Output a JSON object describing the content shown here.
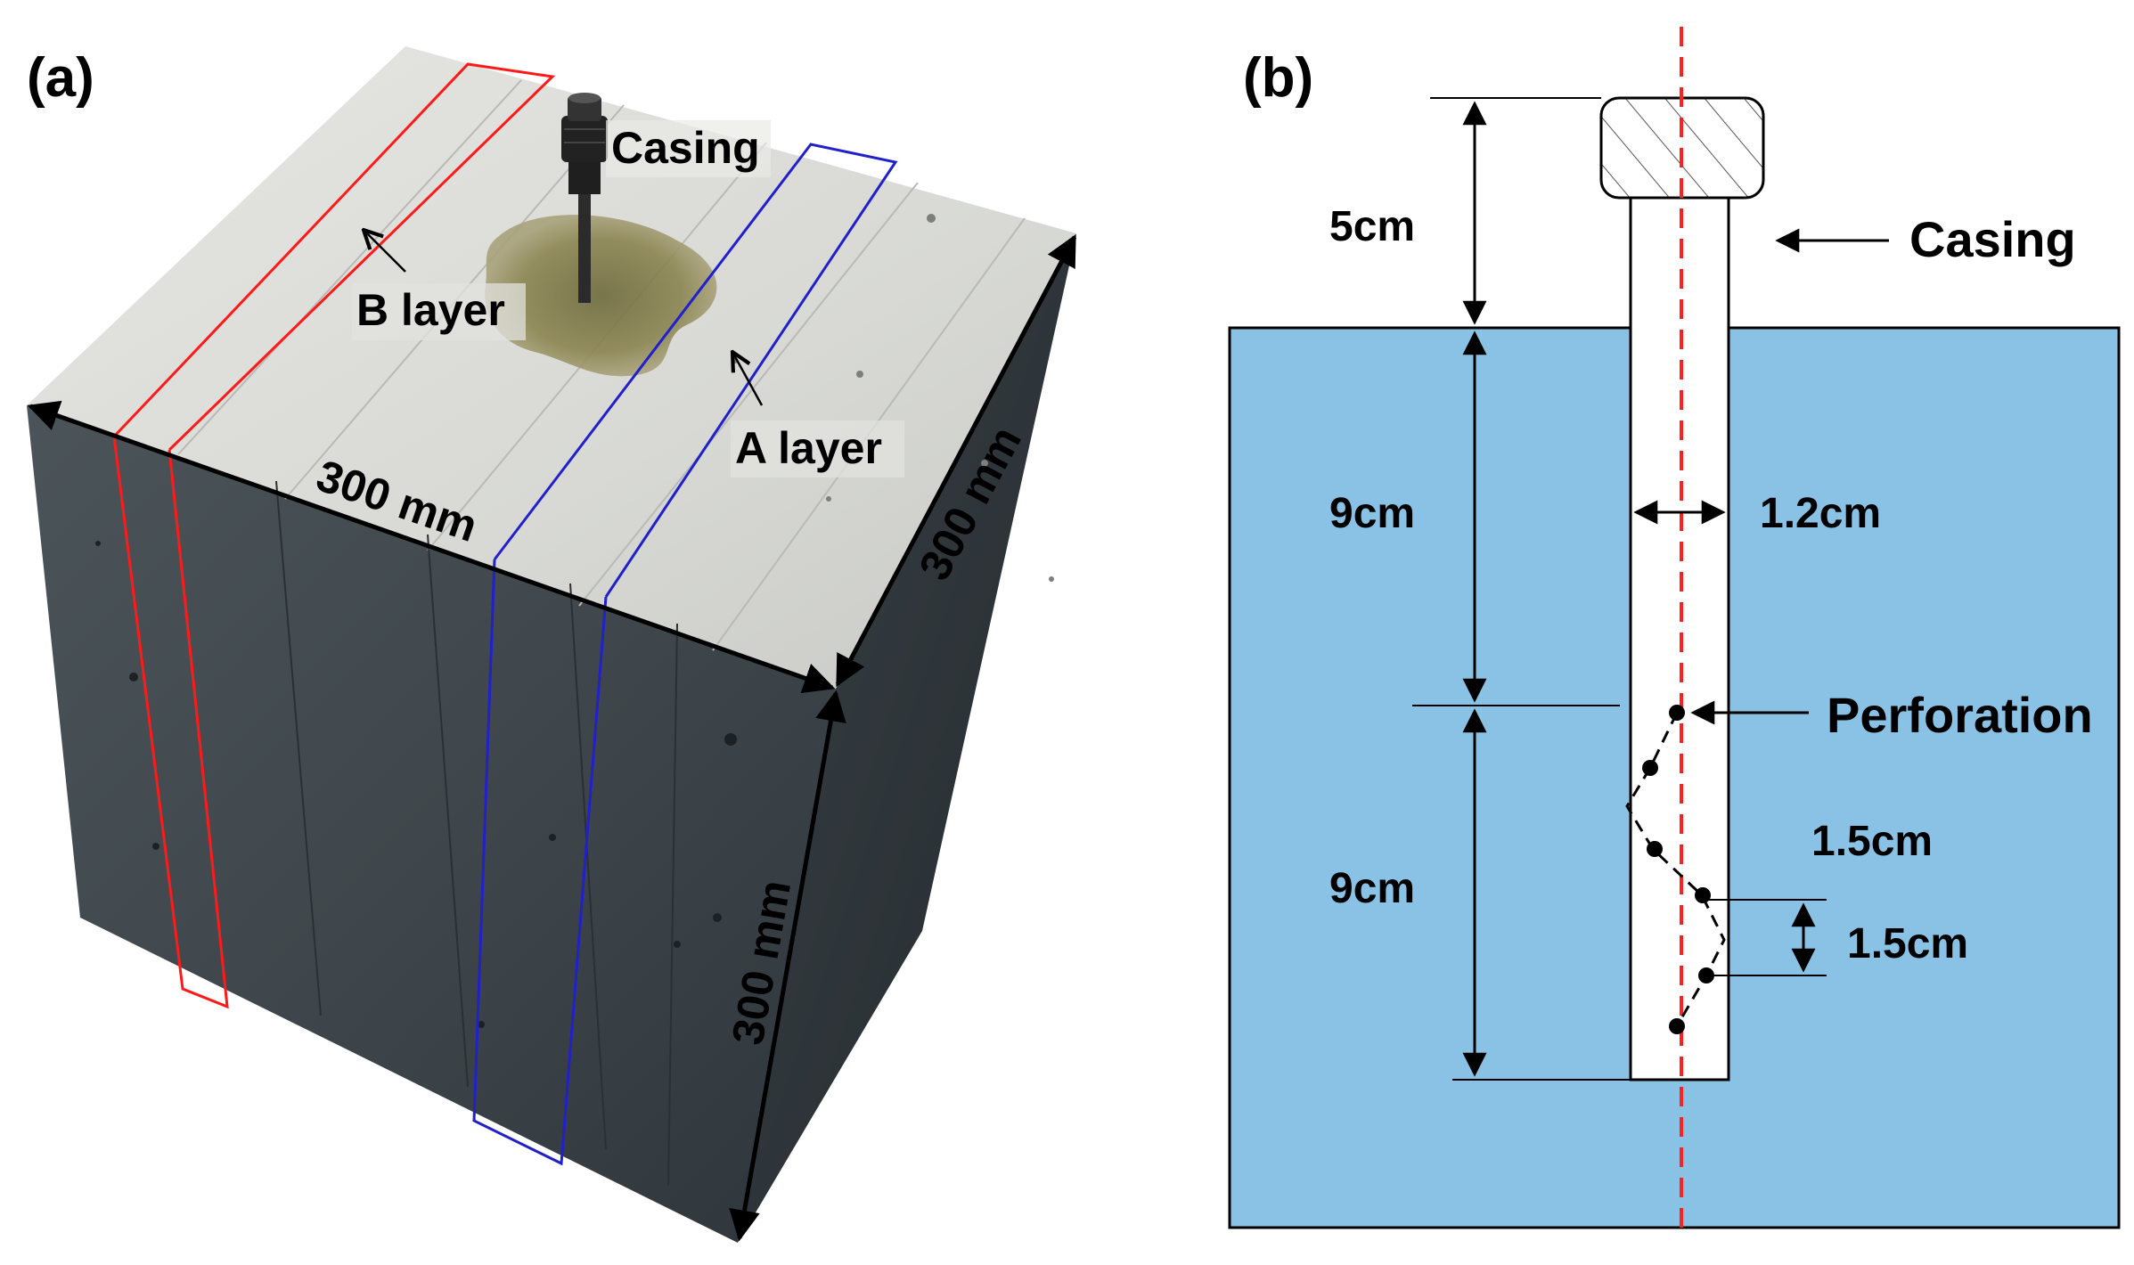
{
  "panel_a": {
    "label": "(a)",
    "casing": "Casing",
    "b_layer": "B layer",
    "a_layer": "A layer",
    "dim_front": "300 mm",
    "dim_side": "300 mm",
    "dim_height": "300 mm"
  },
  "panel_b": {
    "label": "(b)",
    "casing": "Casing",
    "perforation": "Perforation",
    "dim_5cm": "5cm",
    "dim_9cm_upper": "9cm",
    "dim_9cm_lower": "9cm",
    "dim_diameter": "1.2cm",
    "dim_spacing_1": "1.5cm",
    "dim_spacing_2": "1.5cm"
  },
  "colors": {
    "water": "#8ac2e6",
    "b_layer_outline": "#ff1a1a",
    "a_layer_outline": "#2020cc",
    "axis_dash": "#ff2020",
    "concrete_top": "#d8d9d5",
    "concrete_front": "#3d4449",
    "concrete_side": "#2c3237"
  }
}
